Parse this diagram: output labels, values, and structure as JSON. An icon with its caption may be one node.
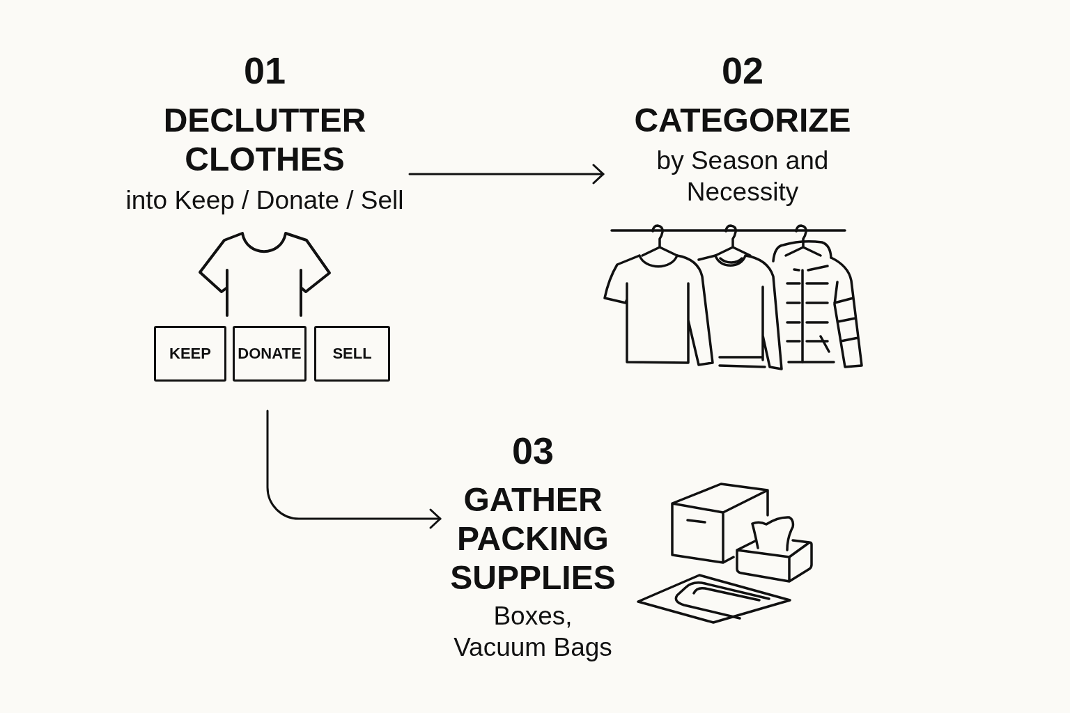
{
  "diagram": {
    "nodes": [
      {
        "text": [
          "01",
          "DECLUTTER CLOTHES",
          "into Keep / Donate / Sell"
        ]
      },
      {
        "text": [
          "KEEP"
        ],
        "in": 0
      },
      {
        "text": [
          "DONATE"
        ],
        "in": 0
      },
      {
        "text": [
          "SELL"
        ],
        "in": 0
      },
      {
        "text": [
          "02",
          "CATEGORIZE",
          "by Season and Necessity"
        ]
      },
      {
        "text": [
          "03",
          "GATHER PACKING SUPPLIES",
          "Boxes, Vacuum Bags"
        ]
      }
    ],
    "edges": [
      {
        "from": 0,
        "to": 4,
        "arrow": "to"
      },
      {
        "from": 0,
        "to": 5,
        "arrow": "to"
      }
    ]
  }
}
